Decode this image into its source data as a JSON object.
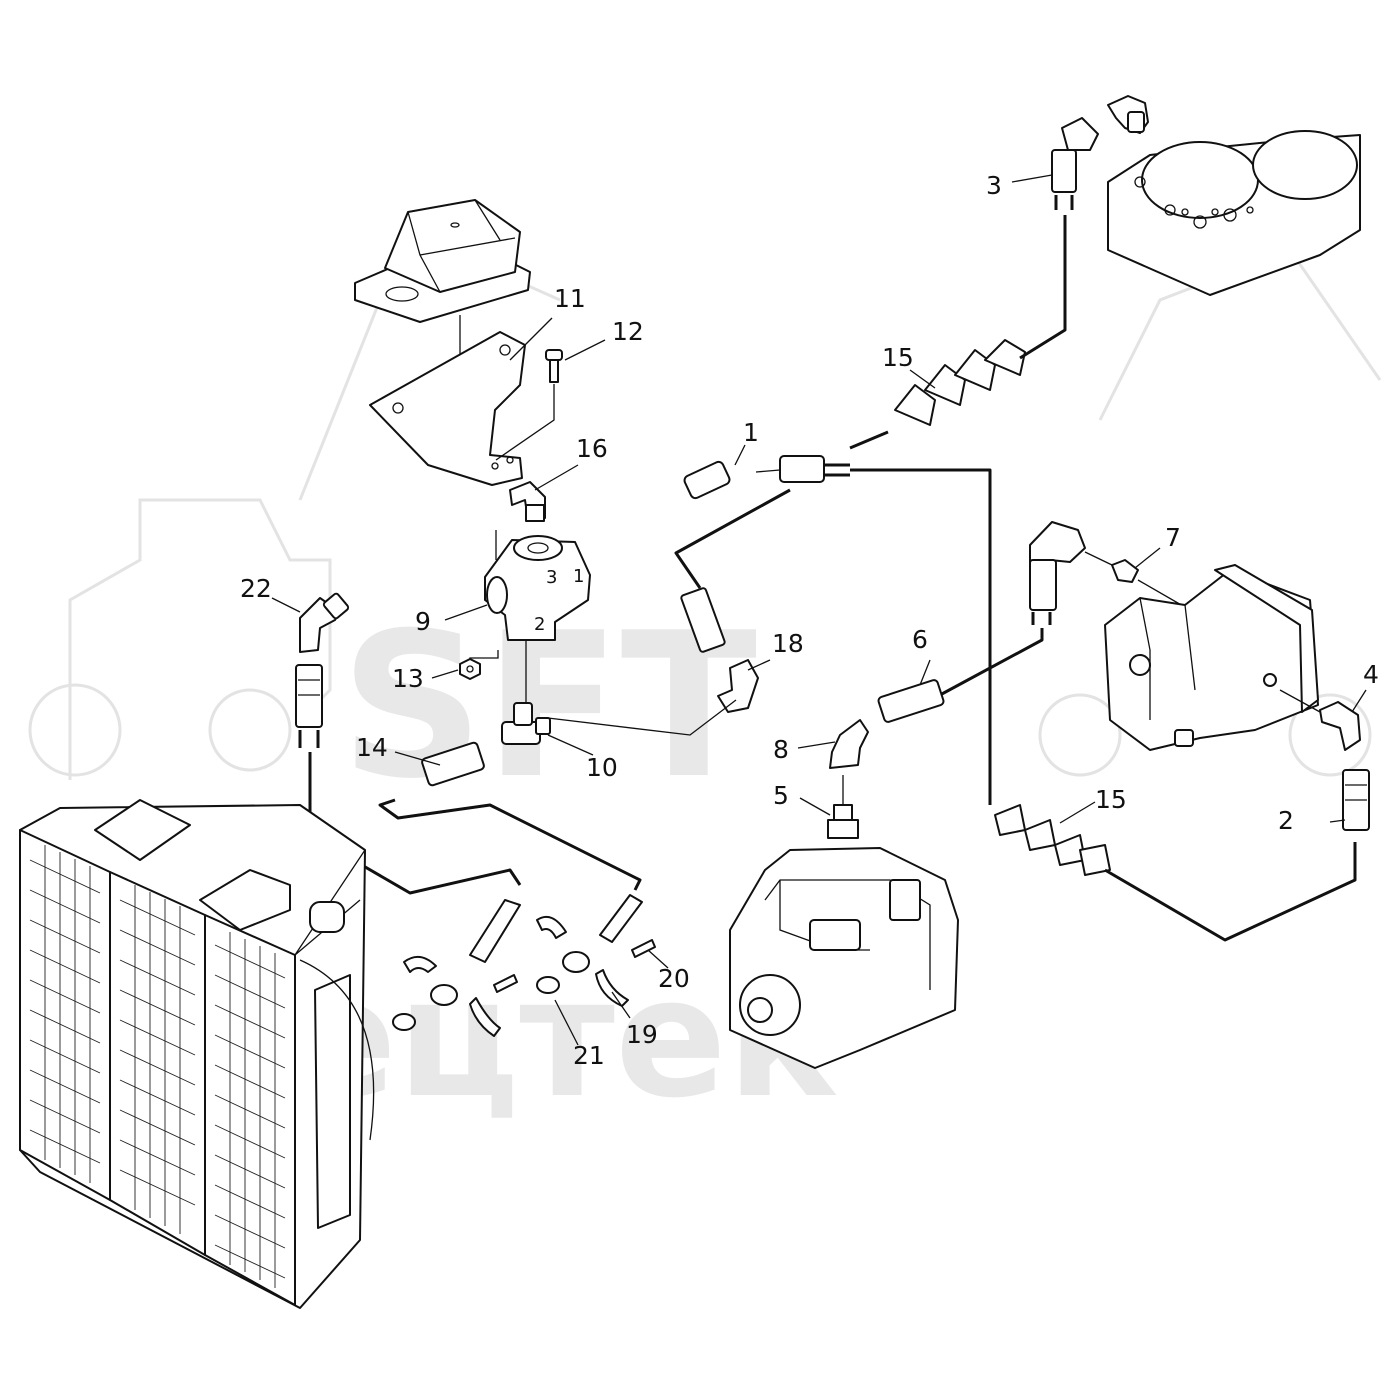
{
  "watermark": {
    "brand": "SFT",
    "text": "Спецтек"
  },
  "callouts": [
    {
      "id": "c1",
      "text": "1"
    },
    {
      "id": "c2",
      "text": "2"
    },
    {
      "id": "c3",
      "text": "3"
    },
    {
      "id": "c4",
      "text": "4"
    },
    {
      "id": "c5",
      "text": "5"
    },
    {
      "id": "c6",
      "text": "6"
    },
    {
      "id": "c7",
      "text": "7"
    },
    {
      "id": "c8",
      "text": "8"
    },
    {
      "id": "c9",
      "text": "9"
    },
    {
      "id": "c10",
      "text": "10"
    },
    {
      "id": "c11",
      "text": "11"
    },
    {
      "id": "c12",
      "text": "12"
    },
    {
      "id": "c13",
      "text": "13"
    },
    {
      "id": "c14",
      "text": "14"
    },
    {
      "id": "c15a",
      "text": "15"
    },
    {
      "id": "c15b",
      "text": "15"
    },
    {
      "id": "c16",
      "text": "16"
    },
    {
      "id": "c18",
      "text": "18"
    },
    {
      "id": "c19",
      "text": "19"
    },
    {
      "id": "c20",
      "text": "20"
    },
    {
      "id": "c21",
      "text": "21"
    },
    {
      "id": "c22",
      "text": "22"
    }
  ],
  "port_labels": {
    "p1": "1",
    "p2": "2",
    "p3": "3"
  }
}
